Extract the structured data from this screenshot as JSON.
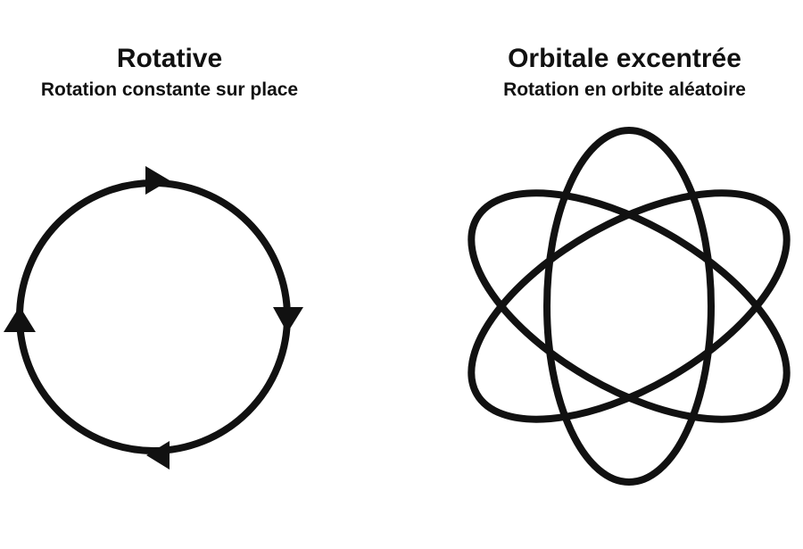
{
  "left": {
    "title": "Rotative",
    "subtitle": "Rotation constante sur place"
  },
  "right": {
    "title": "Orbitale excentrée",
    "subtitle": "Rotation en orbite aléatoire"
  },
  "colors": {
    "stroke": "#111111",
    "background": "#ffffff"
  },
  "icons": {
    "rotation": "circle-with-arrows-icon",
    "orbital": "orbital-ellipses-icon"
  }
}
